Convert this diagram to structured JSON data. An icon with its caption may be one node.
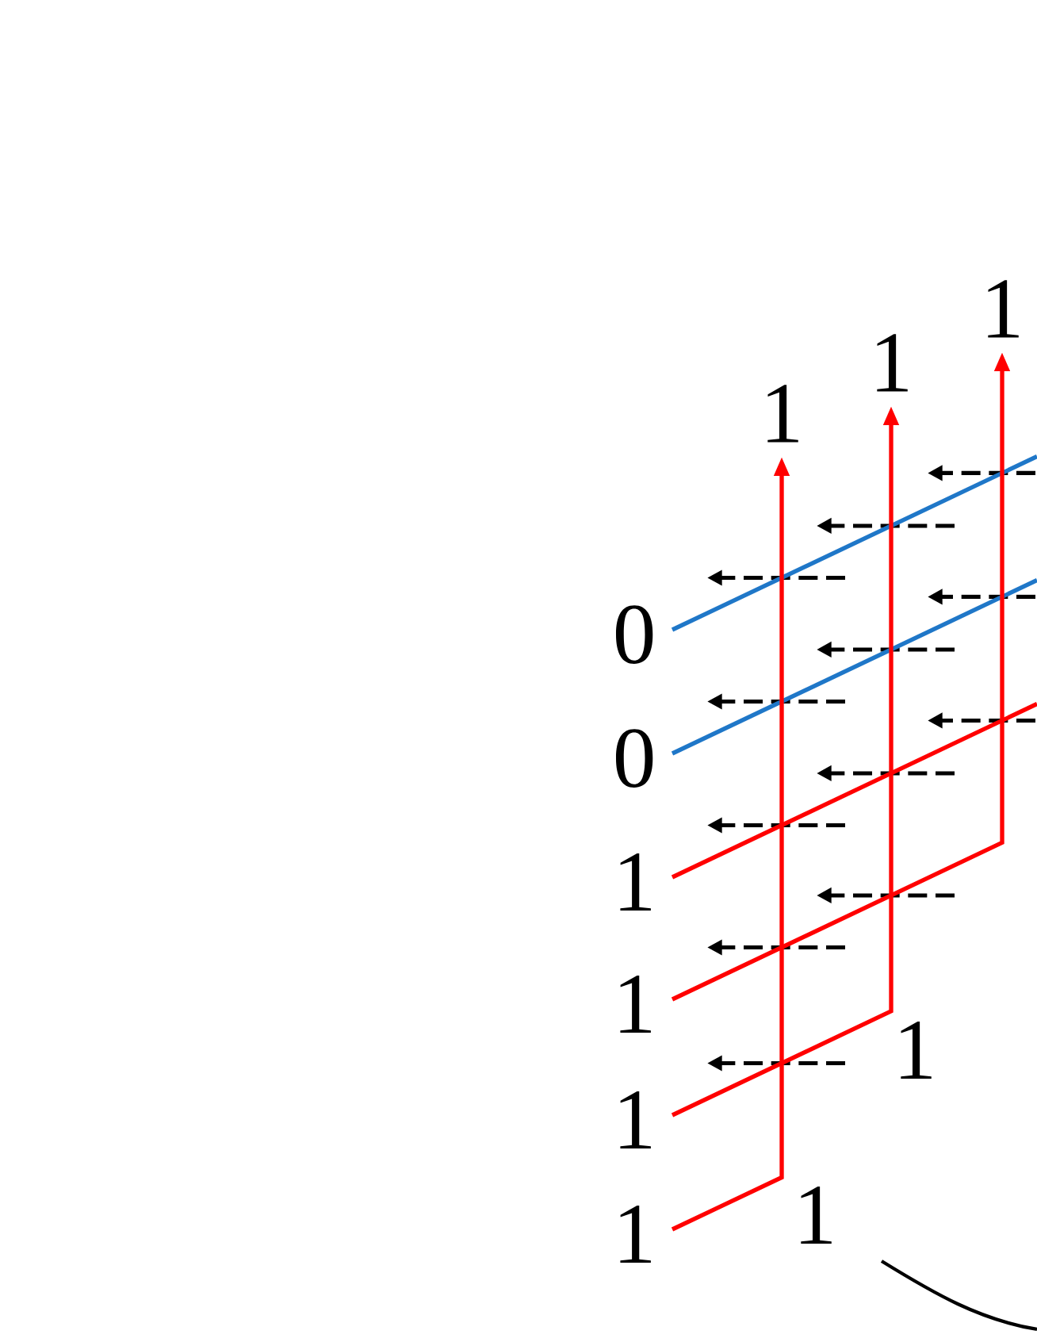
{
  "diagram": {
    "nodes": [
      {
        "text": [
          "1"
        ]
      },
      {
        "text": [
          "1"
        ]
      },
      {
        "text": [
          "1"
        ]
      },
      {
        "text": [
          "0"
        ]
      },
      {
        "text": [
          "0"
        ]
      },
      {
        "text": [
          "1"
        ]
      },
      {
        "text": [
          "1"
        ]
      },
      {
        "text": [
          "1"
        ]
      },
      {
        "text": [
          "1"
        ]
      }
    ],
    "edges": [
      {
        "from": 3,
        "to": null,
        "arrow": "none",
        "color": "#1f77c8"
      },
      {
        "from": 4,
        "to": null,
        "arrow": "none",
        "color": "#1f77c8"
      },
      {
        "from": 5,
        "to": null,
        "arrow": "none"
      },
      {
        "from": 6,
        "to": 2,
        "arrow": "to"
      },
      {
        "from": 7,
        "to": 1,
        "arrow": "to"
      },
      {
        "from": 8,
        "to": 0,
        "arrow": "to"
      }
    ],
    "labels": [
      "1",
      "1"
    ]
  }
}
